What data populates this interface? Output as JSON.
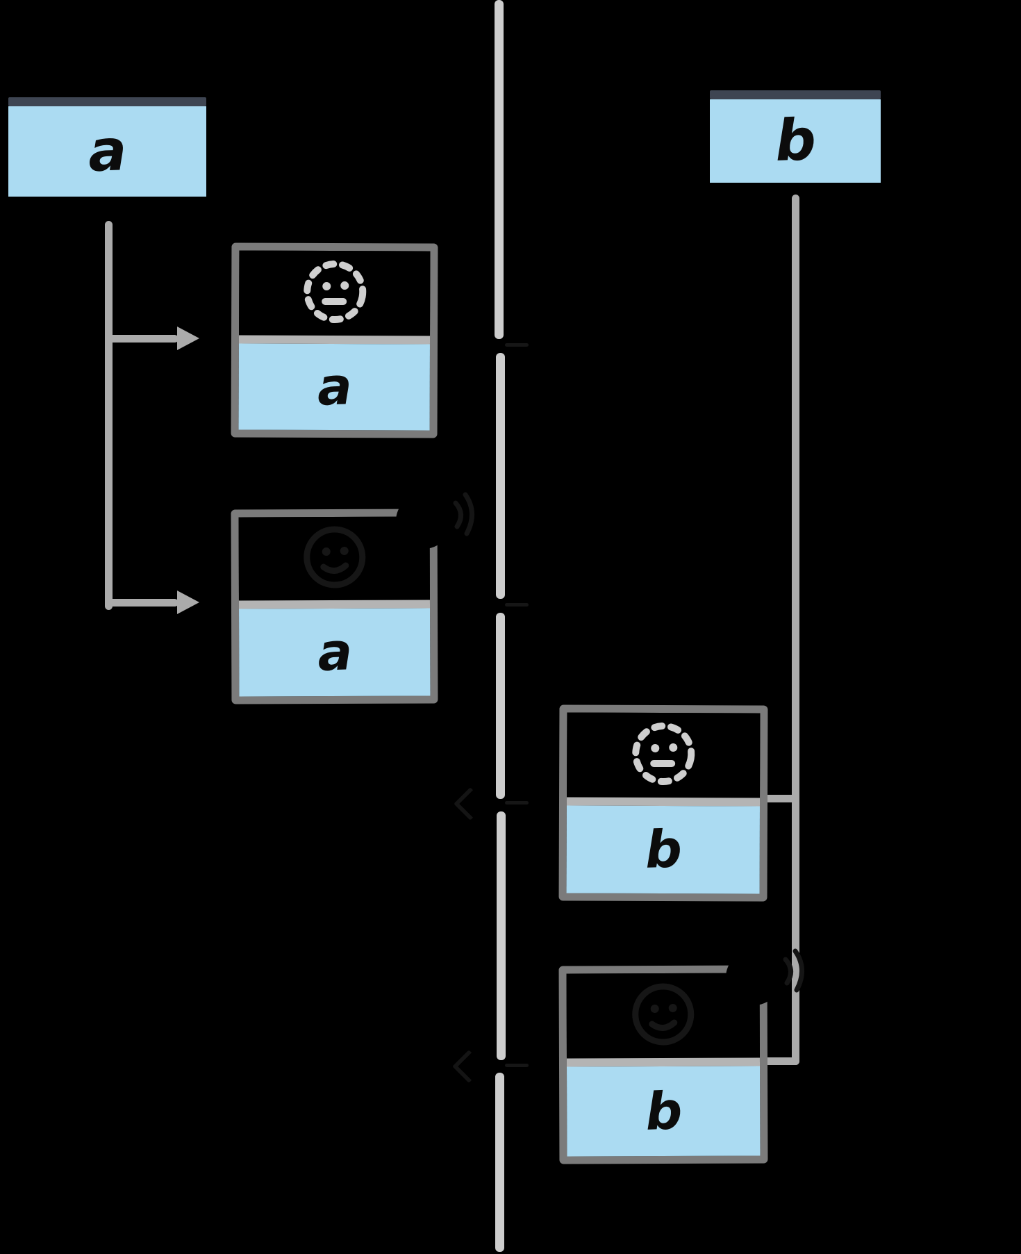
{
  "diagram": {
    "title": "queue timeline hand-off diagram",
    "background_color": "#000000",
    "box_fill_color": "#abdbf2",
    "box_border_color": "#7b7b7b",
    "divider_color": "#b4b4b4",
    "header_bar_color": "#3e4552",
    "timeline_line_color": "#cdcdcd",
    "arrow_color": "#ababab",
    "dotted_face_color": "#cfcfcf"
  },
  "left_timeline": {
    "source_letter": "a",
    "items": [
      {
        "letter": "a",
        "icon": "dotted-face-icon"
      },
      {
        "letter": "a",
        "icon": "hidden-face-icon",
        "corner_icon": "speaker-blob-icon"
      }
    ]
  },
  "right_timeline": {
    "source_letter": "b",
    "items": [
      {
        "letter": "b",
        "icon": "dotted-face-icon"
      },
      {
        "letter": "b",
        "icon": "hidden-face-icon",
        "corner_icon": "speaker-blob-icon"
      }
    ]
  },
  "queue_line": {
    "break_count": "4"
  }
}
